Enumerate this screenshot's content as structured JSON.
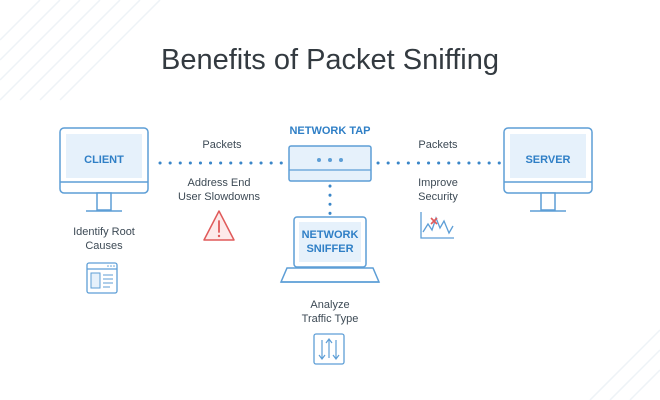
{
  "title": "Benefits of Packet Sniffing",
  "nodes": {
    "client": "CLIENT",
    "server": "SERVER",
    "tap": "NETWORK TAP",
    "sniffer_line1": "NETWORK",
    "sniffer_line2": "SNIFFER"
  },
  "links": {
    "left_packets": "Packets",
    "right_packets": "Packets"
  },
  "benefits": {
    "client_1": "Identify Root",
    "client_2": "Causes",
    "left_1": "Address End",
    "left_2": "User Slowdowns",
    "right_1": "Improve",
    "right_2": "Security",
    "sniffer_1": "Analyze",
    "sniffer_2": "Traffic Type"
  },
  "icons": {
    "client_benefit": "document-window-icon",
    "left_benefit": "warning-triangle-icon",
    "right_benefit": "security-chart-icon",
    "sniffer_benefit": "traffic-arrows-icon"
  },
  "colors": {
    "line": "#6aa6d6",
    "fill": "#e6f1fb",
    "accent": "#2f7fc6",
    "warning": "#e05a5a",
    "text": "#3d4a55"
  }
}
